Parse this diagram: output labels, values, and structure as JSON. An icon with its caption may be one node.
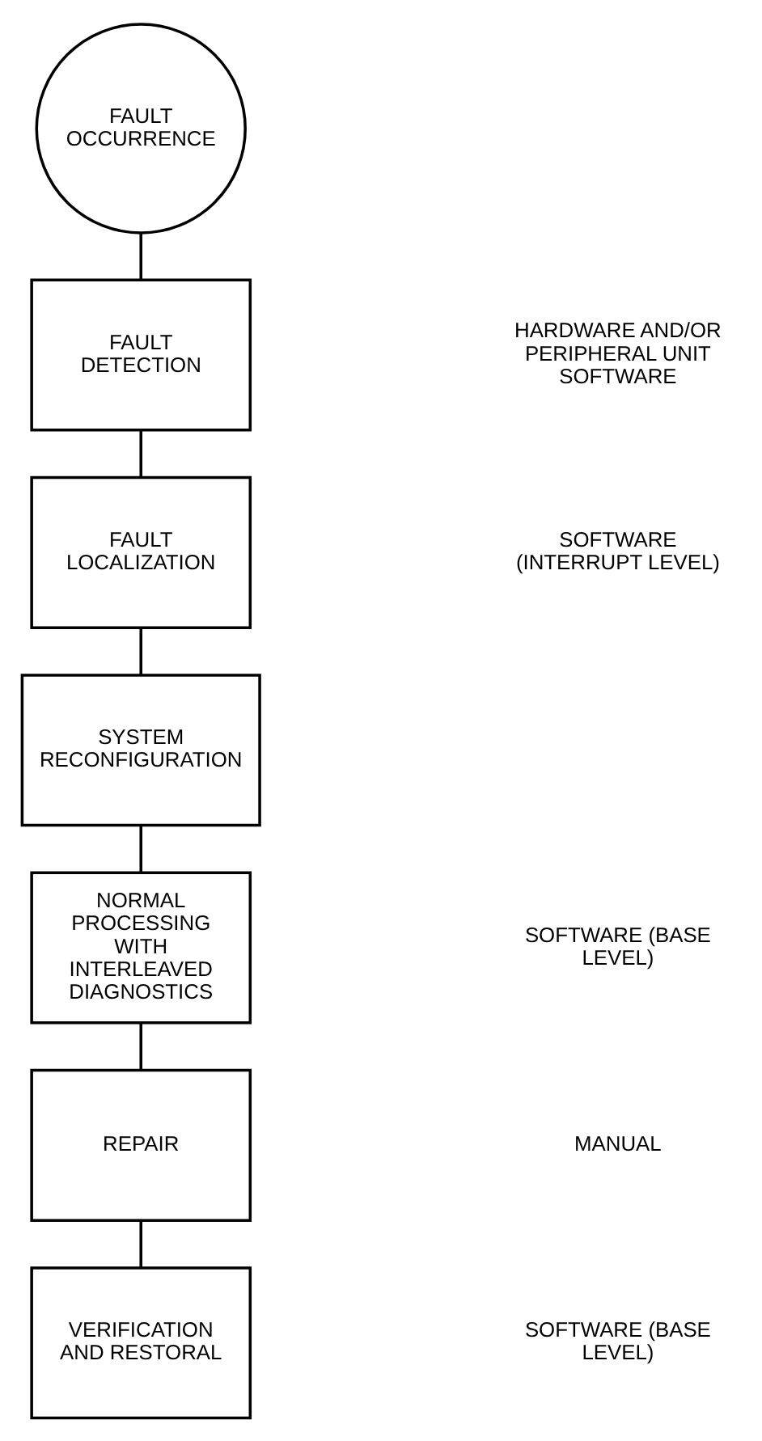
{
  "diagram": {
    "nodes": [
      {
        "text": [
          "FAULT OCCURRENCE"
        ]
      },
      {
        "text": [
          "FAULT DETECTION"
        ]
      },
      {
        "text": [
          "FAULT LOCALIZATION"
        ]
      },
      {
        "text": [
          "SYSTEM RECONFIGURATION"
        ]
      },
      {
        "text": [
          "NORMAL PROCESSING WITH INTERLEAVED DIAGNOSTICS"
        ]
      },
      {
        "text": [
          "REPAIR"
        ]
      },
      {
        "text": [
          "VERIFICATION AND RESTORAL"
        ]
      }
    ],
    "edges": [
      {
        "from": 0,
        "to": 1,
        "arrow": "none"
      },
      {
        "from": 1,
        "to": 2,
        "arrow": "none"
      },
      {
        "from": 2,
        "to": 3,
        "arrow": "none"
      },
      {
        "from": 3,
        "to": 4,
        "arrow": "none"
      },
      {
        "from": 4,
        "to": 5,
        "arrow": "none"
      },
      {
        "from": 5,
        "to": 6,
        "arrow": "none"
      }
    ],
    "labels": [
      "HARDWARE AND/OR PERIPHERAL UNIT SOFTWARE",
      "SOFTWARE (INTERRUPT LEVEL)",
      "SOFTWARE (BASE LEVEL)",
      "MANUAL",
      "SOFTWARE (BASE LEVEL)"
    ]
  }
}
